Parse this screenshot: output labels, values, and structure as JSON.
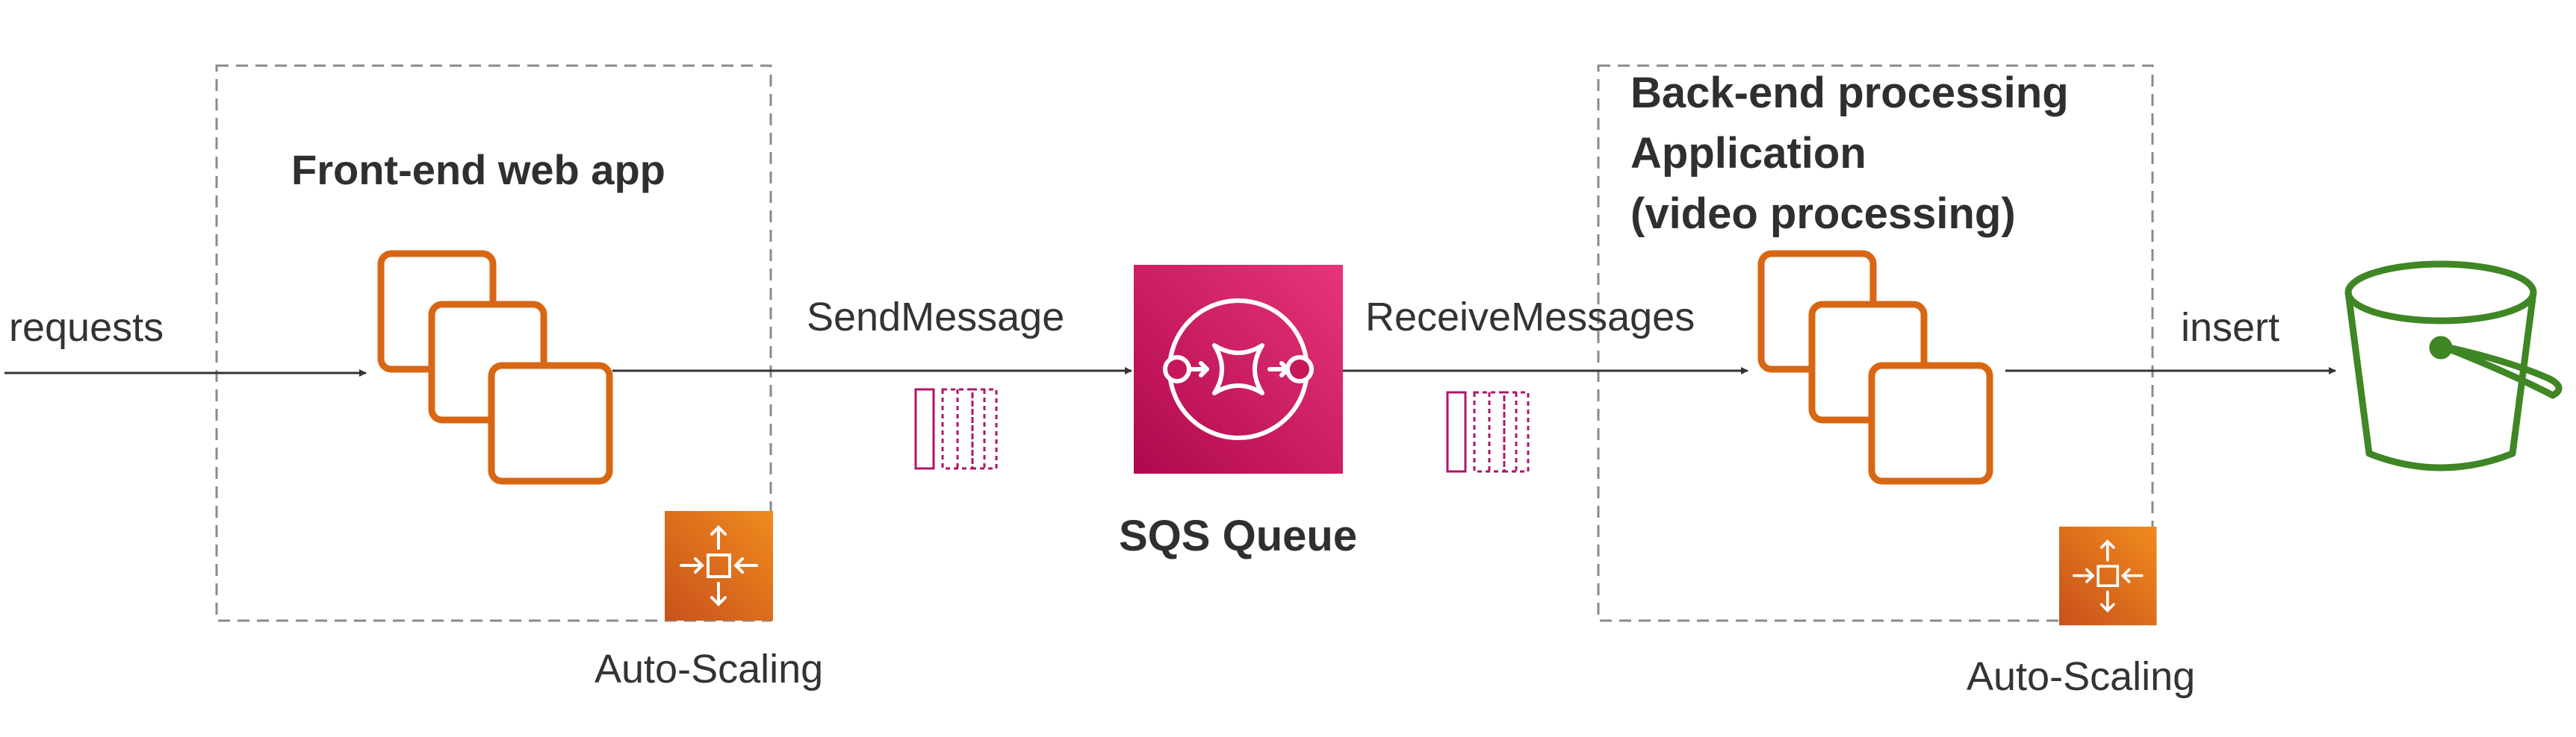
{
  "labels": {
    "requests": "requests",
    "send_message": "SendMessage",
    "receive_messages": "ReceiveMessages",
    "insert": "insert",
    "frontend_title": "Front-end web app",
    "backend_title_line1": "Back-end processing",
    "backend_title_line2": "Application",
    "backend_title_line3": "(video processing)",
    "sqs_queue": "SQS Queue",
    "autoscaling_left": "Auto-Scaling",
    "autoscaling_right": "Auto-Scaling"
  },
  "icons": {
    "ec2_instances": "ec2-instances-icon",
    "autoscaling": "auto-scaling-icon",
    "sqs": "sqs-queue-icon",
    "messages": "message-icon",
    "s3_bucket": "s3-bucket-icon"
  },
  "colors": {
    "ec2_orange": "#D86613",
    "autoscaling_orange": "#E8731A",
    "sqs_magenta": "#C7175B",
    "message_magenta": "#B0166A",
    "s3_green": "#3F8624",
    "arrow": "#333333",
    "dashed_border": "#8A8A8A"
  }
}
